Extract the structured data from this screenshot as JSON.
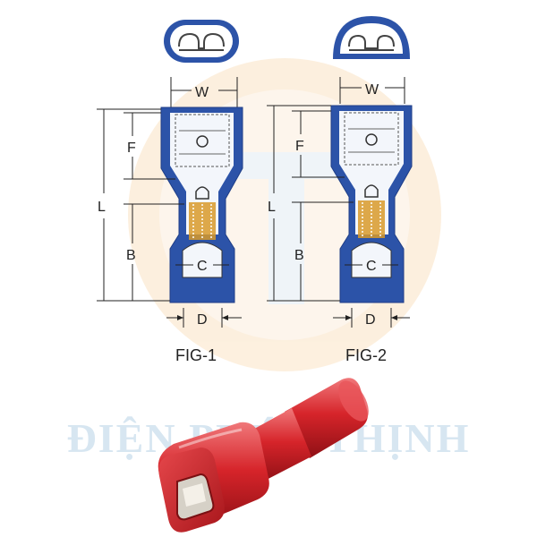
{
  "figures": [
    {
      "label": "FIG-1"
    },
    {
      "label": "FIG-2"
    }
  ],
  "dimensions": {
    "w": "W",
    "f": "F",
    "l": "L",
    "b": "B",
    "c": "C",
    "d": "D"
  },
  "watermark": "ĐIỆN PHÚC THỊNH",
  "colors": {
    "insulation": "#2c53a8",
    "insulation_dark": "#1f3e87",
    "brass": "#d89a2a",
    "photo_red": "#d6242a",
    "logo_circle": "#f7d4a4"
  }
}
